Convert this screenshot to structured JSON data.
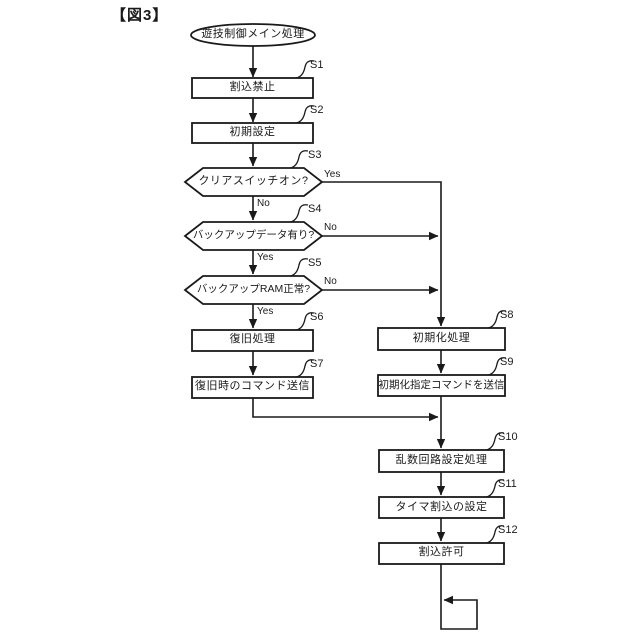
{
  "figure_label": "【図3】",
  "nodes": {
    "start": {
      "label": "遊技制御メイン処理"
    },
    "s1": {
      "step": "S1",
      "label": "割込禁止"
    },
    "s2": {
      "step": "S2",
      "label": "初期設定"
    },
    "s3": {
      "step": "S3",
      "label": "クリアスイッチオン?",
      "yes": "Yes",
      "no": "No"
    },
    "s4": {
      "step": "S4",
      "label": "バックアップデータ有り?",
      "yes": "Yes",
      "no": "No"
    },
    "s5": {
      "step": "S5",
      "label": "バックアップRAM正常?",
      "yes": "Yes",
      "no": "No"
    },
    "s6": {
      "step": "S6",
      "label": "復旧処理"
    },
    "s7": {
      "step": "S7",
      "label": "復旧時のコマンド送信"
    },
    "s8": {
      "step": "S8",
      "label": "初期化処理"
    },
    "s9": {
      "step": "S9",
      "label": "初期化指定コマンドを送信"
    },
    "s10": {
      "step": "S10",
      "label": "乱数回路設定処理"
    },
    "s11": {
      "step": "S11",
      "label": "タイマ割込の設定"
    },
    "s12": {
      "step": "S12",
      "label": "割込許可"
    }
  },
  "colors": {
    "ink": "#1a1a1a",
    "background": "#ffffff"
  }
}
